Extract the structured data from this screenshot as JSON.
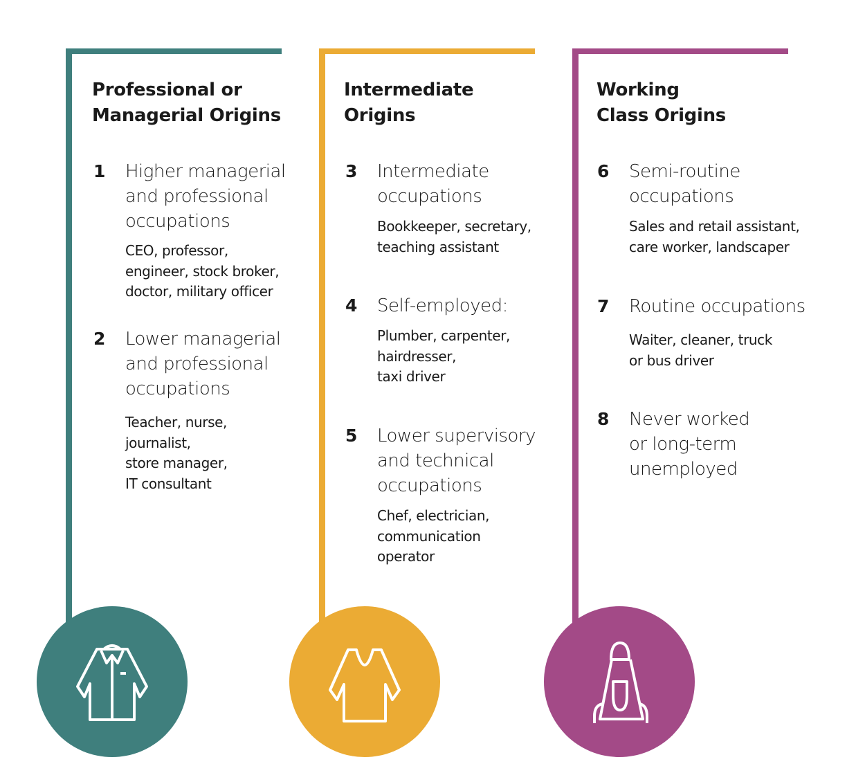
{
  "colors": {
    "professional": "#3f7f7d",
    "intermediate": "#ebab34",
    "working": "#a34a87"
  },
  "columns": [
    {
      "title_lines": [
        "Professional or",
        "Managerial Origins"
      ],
      "icon": "shirt-collared-icon",
      "items": [
        {
          "number": "1",
          "title_lines": [
            "Higher managerial",
            "and professional",
            "occupations"
          ],
          "desc_lines": [
            "CEO, professor,",
            "engineer, stock broker,",
            "doctor, military officer"
          ]
        },
        {
          "number": "2",
          "title_lines": [
            "Lower managerial",
            "and professional",
            "occupations"
          ],
          "desc_lines": [
            "Teacher, nurse,",
            "journalist,",
            "store manager,",
            "IT consultant"
          ]
        }
      ]
    },
    {
      "title_lines": [
        "Intermediate",
        "Origins"
      ],
      "icon": "t-shirt-icon",
      "items": [
        {
          "number": "3",
          "title_lines": [
            "Intermediate",
            "occupations"
          ],
          "desc_lines": [
            "Bookkeeper, secretary,",
            "teaching assistant"
          ]
        },
        {
          "number": "4",
          "title_lines": [
            "Self-employed:"
          ],
          "desc_lines": [
            "Plumber, carpenter,",
            "hairdresser,",
            "taxi driver"
          ]
        },
        {
          "number": "5",
          "title_lines": [
            "Lower supervisory",
            "and technical",
            "occupations"
          ],
          "desc_lines": [
            "Chef, electrician,",
            "communication",
            "operator"
          ]
        }
      ]
    },
    {
      "title_lines": [
        "Working",
        "Class Origins"
      ],
      "icon": "apron-icon",
      "items": [
        {
          "number": "6",
          "title_lines": [
            "Semi-routine",
            "occupations"
          ],
          "desc_lines": [
            "Sales and retail assistant,",
            "care worker, landscaper"
          ]
        },
        {
          "number": "7",
          "title_lines": [
            "Routine occupations"
          ],
          "desc_lines": [
            "Waiter, cleaner, truck",
            "or bus driver"
          ]
        },
        {
          "number": "8",
          "title_lines": [
            "Never worked",
            "or long-term",
            "unemployed"
          ],
          "desc_lines": []
        }
      ]
    }
  ]
}
